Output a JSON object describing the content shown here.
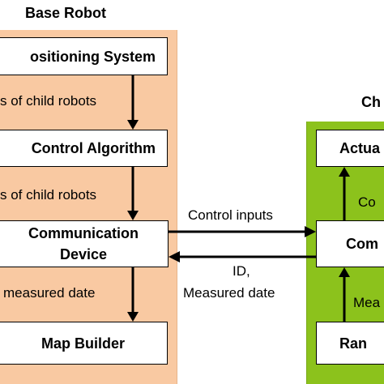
{
  "base_robot": {
    "title": "Base Robot",
    "boxes": {
      "positioning": "ositioning System",
      "control": "Control Algorithm",
      "comm_line1": "Communication",
      "comm_line2": "Device",
      "map": "Map Builder"
    },
    "labels": {
      "pos_to_control": "s of child robots",
      "control_to_comm": "s of child robots",
      "comm_to_map": "measured date"
    }
  },
  "child_robot": {
    "title": "Ch",
    "boxes": {
      "actuator": "Actua",
      "comm": "Com",
      "range": "Ran"
    },
    "labels": {
      "up_upper": "Co",
      "up_lower": "Mea"
    }
  },
  "links": {
    "control_inputs": "Control inputs",
    "id_line1": "ID,",
    "id_line2": "Measured date"
  },
  "colors": {
    "base_panel": "#f9c9a2",
    "child_panel": "#8cc21c",
    "arrow": "#000000"
  }
}
